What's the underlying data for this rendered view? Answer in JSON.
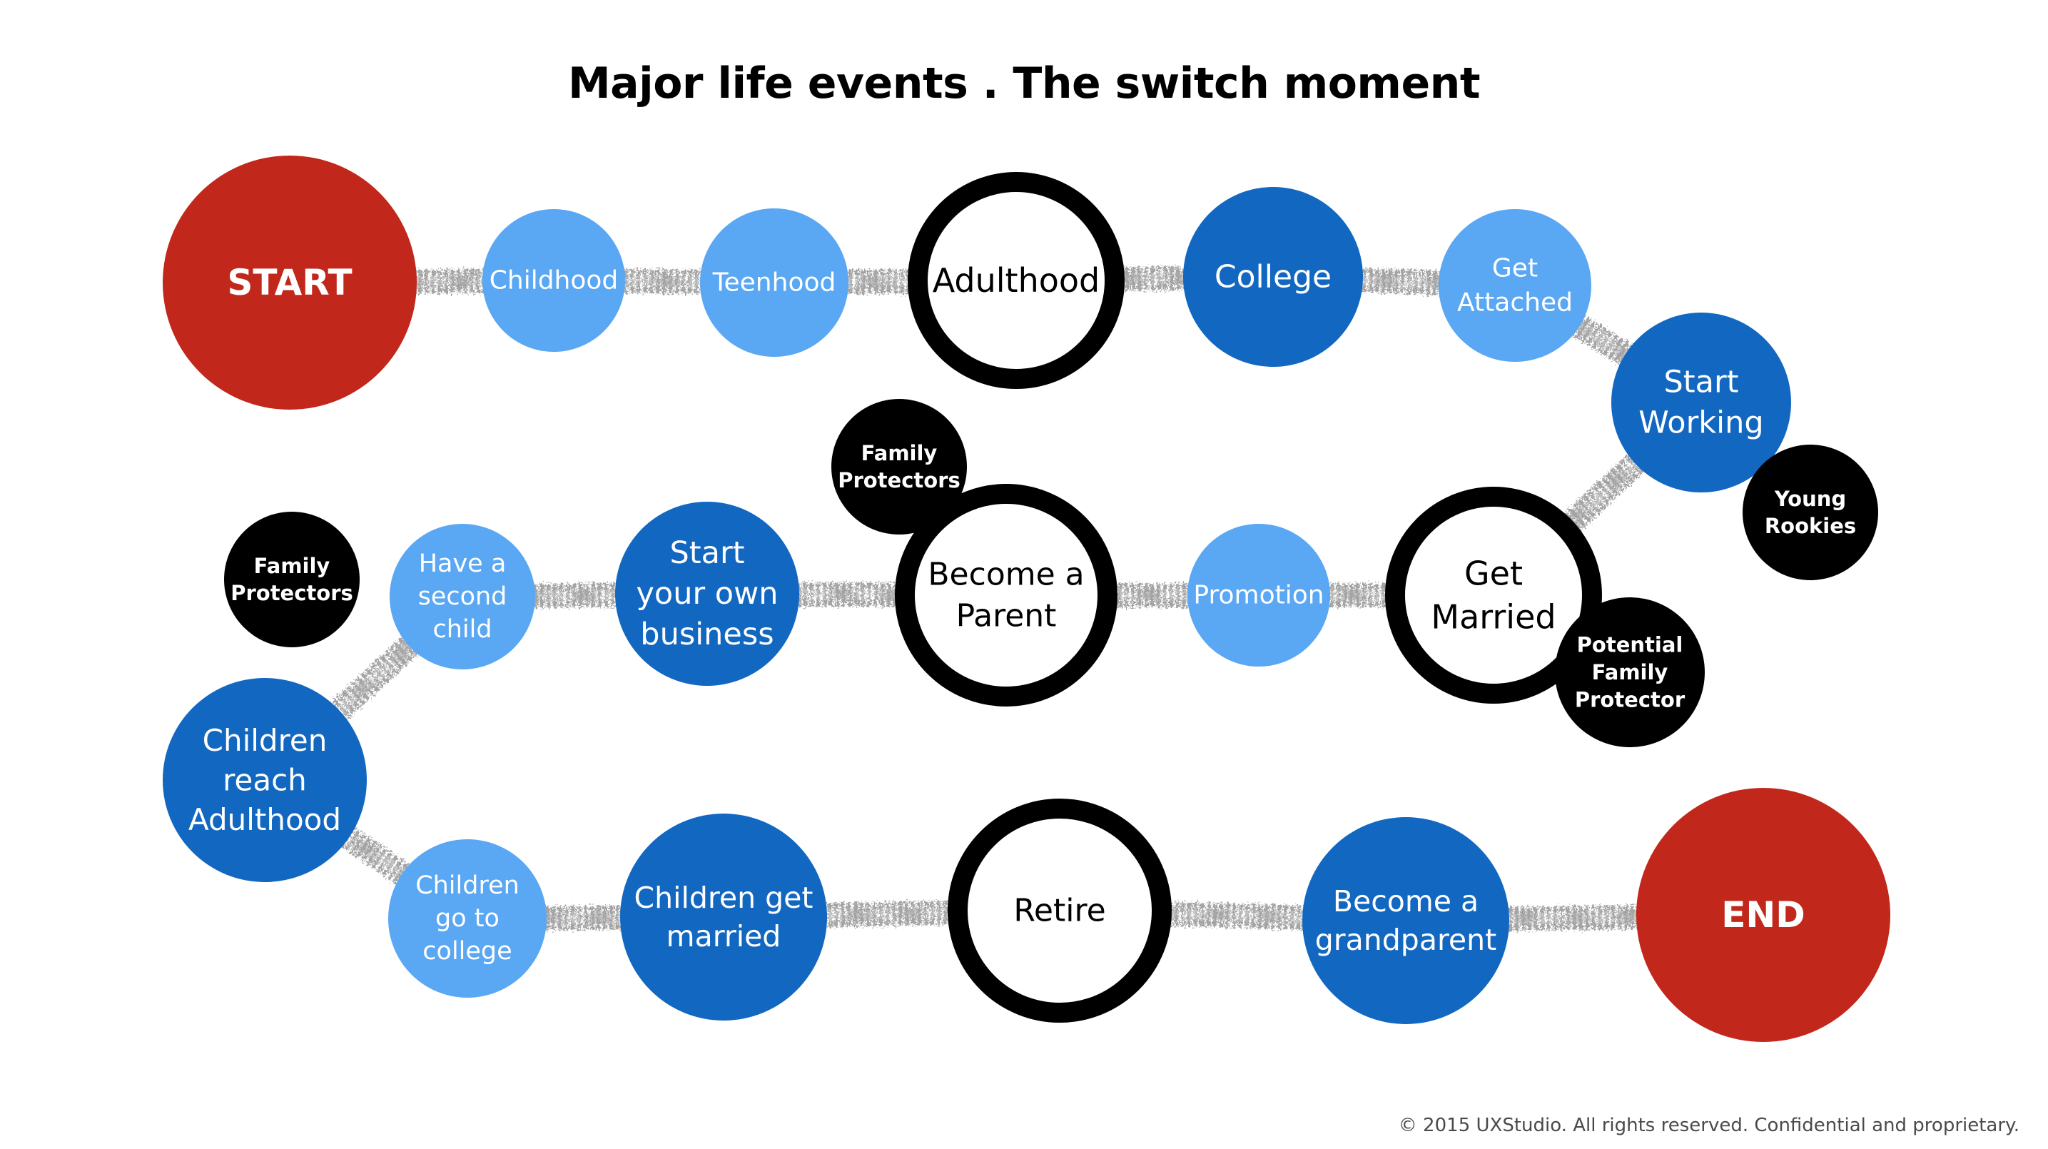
{
  "title": "Major life events . The switch moment",
  "copyright": "© 2015 UXStudio. All rights reserved. Confidential and proprietary.",
  "colors": {
    "red": "#c1271a",
    "dark_blue": "#1267c1",
    "light_blue": "#5aa7f3",
    "black": "#000000",
    "white": "#ffffff",
    "path_gray": "#a3a3a3"
  },
  "nodes": [
    {
      "id": "start",
      "style": "red",
      "lines": [
        "START"
      ]
    },
    {
      "id": "childhood",
      "style": "light",
      "lines": [
        "Childhood"
      ]
    },
    {
      "id": "teenhood",
      "style": "light",
      "lines": [
        "Teenhood"
      ]
    },
    {
      "id": "adulthood",
      "style": "ring",
      "lines": [
        "Adulthood"
      ]
    },
    {
      "id": "college",
      "style": "dark",
      "lines": [
        "College"
      ]
    },
    {
      "id": "get-attached",
      "style": "light",
      "lines": [
        "Get",
        "Attached"
      ]
    },
    {
      "id": "start-working",
      "style": "dark",
      "lines": [
        "Start",
        "Working"
      ]
    },
    {
      "id": "get-married",
      "style": "ring",
      "lines": [
        "Get",
        "Married"
      ]
    },
    {
      "id": "promotion",
      "style": "light",
      "lines": [
        "Promotion"
      ]
    },
    {
      "id": "become-parent",
      "style": "ring",
      "lines": [
        "Become a",
        "Parent"
      ]
    },
    {
      "id": "start-business",
      "style": "dark",
      "lines": [
        "Start",
        "your own",
        "business"
      ]
    },
    {
      "id": "second-child",
      "style": "light",
      "lines": [
        "Have a",
        "second",
        "child"
      ]
    },
    {
      "id": "children-adulthood",
      "style": "dark",
      "lines": [
        "Children",
        "reach",
        "Adulthood"
      ]
    },
    {
      "id": "children-college",
      "style": "light",
      "lines": [
        "Children",
        "go to",
        "college"
      ]
    },
    {
      "id": "children-married",
      "style": "dark",
      "lines": [
        "Children get",
        "married"
      ]
    },
    {
      "id": "retire",
      "style": "ring",
      "lines": [
        "Retire"
      ]
    },
    {
      "id": "grandparent",
      "style": "dark",
      "lines": [
        "Become a",
        "grandparent"
      ]
    },
    {
      "id": "end",
      "style": "red",
      "lines": [
        "END"
      ]
    }
  ],
  "segments": [
    "Young",
    "Rookies",
    "Potential",
    "Family",
    "Protector",
    "Protectors"
  ],
  "badges": [
    {
      "id": "family-protectors-top",
      "lines": [
        "Family",
        "Protectors"
      ]
    },
    {
      "id": "young-rookies",
      "lines": [
        "Young",
        "Rookies"
      ]
    },
    {
      "id": "potential-family-protector",
      "lines": [
        "Potential",
        "Family",
        "Protector"
      ]
    },
    {
      "id": "family-protectors-left",
      "lines": [
        "Family",
        "Protectors"
      ]
    }
  ]
}
